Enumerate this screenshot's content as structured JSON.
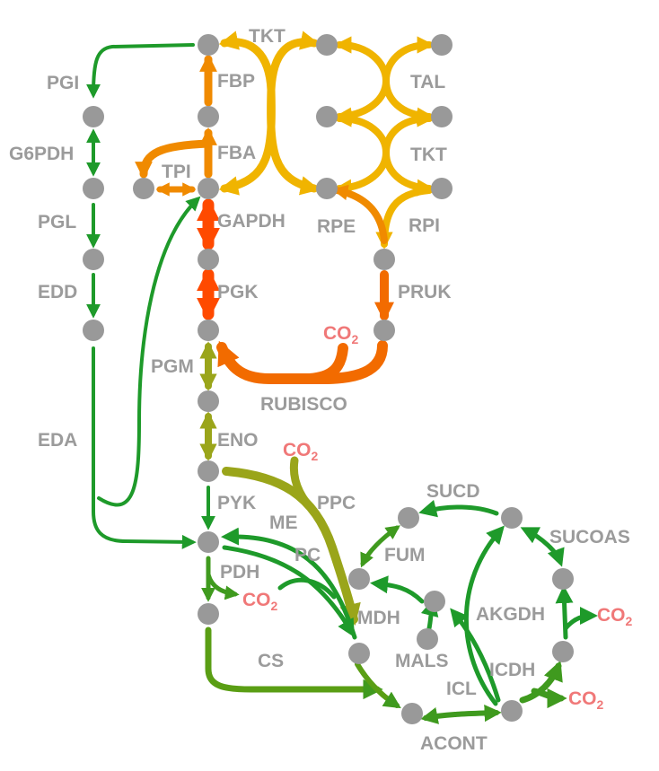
{
  "colors": {
    "node": "#999999",
    "label": "#9b9b9b",
    "co2": "#f07878",
    "green": "#1e9a2a",
    "olive": "#9aa51a",
    "yellow": "#f0b400",
    "orange": "#f08a00",
    "orange_dark": "#f26b00",
    "red_orange": "#ff4a00"
  },
  "enzymes": {
    "tkt_top": "TKT",
    "pgi": "PGI",
    "fbp": "FBP",
    "tal": "TAL",
    "g6pdh": "G6PDH",
    "fba": "FBA",
    "tkt_mid": "TKT",
    "tpi": "TPI",
    "gapdh": "GAPDH",
    "pgl": "PGL",
    "rpe": "RPE",
    "rpi": "RPI",
    "edd": "EDD",
    "pgk": "PGK",
    "pruk": "PRUK",
    "pgm": "PGM",
    "rubisco": "RUBISCO",
    "eno": "ENO",
    "eda": "EDA",
    "pyk": "PYK",
    "ppc": "PPC",
    "sucd": "SUCD",
    "me": "ME",
    "sucoas": "SUCOAS",
    "fum": "FUM",
    "pc": "PC",
    "pdh": "PDH",
    "akgdh": "AKGDH",
    "mdh": "MDH",
    "cs": "CS",
    "mals": "MALS",
    "icdh": "ICDH",
    "icl": "ICL",
    "acont": "ACONT"
  },
  "co2": {
    "main": "CO",
    "sub": "2"
  }
}
